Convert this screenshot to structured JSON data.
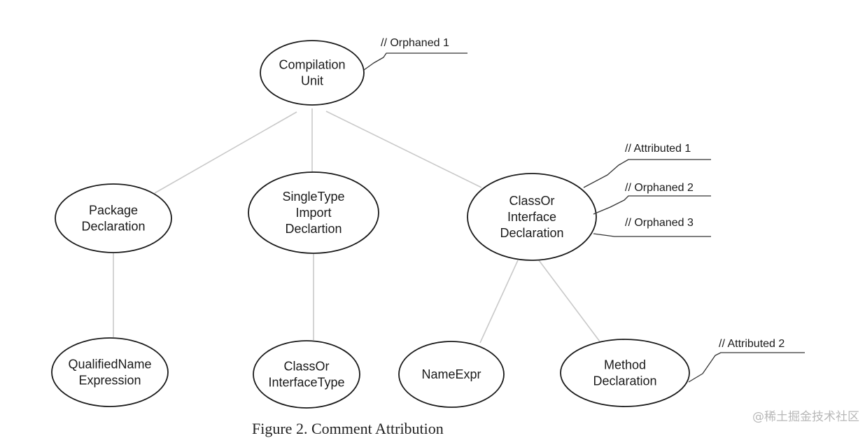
{
  "nodes": [
    {
      "id": "compilation-unit",
      "lines": [
        "Compilation",
        "Unit"
      ]
    },
    {
      "id": "package-declaration",
      "lines": [
        "Package",
        "Declaration"
      ]
    },
    {
      "id": "single-type-import",
      "lines": [
        "SingleType",
        "Import",
        "Declartion"
      ]
    },
    {
      "id": "class-or-interface-declaration",
      "lines": [
        "ClassOr",
        "Interface",
        "Declaration"
      ]
    },
    {
      "id": "qualified-name-expression",
      "lines": [
        "QualifiedName",
        "Expression"
      ]
    },
    {
      "id": "class-or-interface-type",
      "lines": [
        "ClassOr",
        "InterfaceType"
      ]
    },
    {
      "id": "name-expr",
      "lines": [
        "NameExpr"
      ]
    },
    {
      "id": "method-declaration",
      "lines": [
        "Method",
        "Declaration"
      ]
    }
  ],
  "edges": [
    [
      "compilation-unit",
      "package-declaration"
    ],
    [
      "compilation-unit",
      "single-type-import"
    ],
    [
      "compilation-unit",
      "class-or-interface-declaration"
    ],
    [
      "package-declaration",
      "qualified-name-expression"
    ],
    [
      "single-type-import",
      "class-or-interface-type"
    ],
    [
      "class-or-interface-declaration",
      "name-expr"
    ],
    [
      "class-or-interface-declaration",
      "method-declaration"
    ]
  ],
  "comments": [
    {
      "id": "orphaned-1",
      "text": "// Orphaned 1",
      "target": "compilation-unit"
    },
    {
      "id": "attributed-1",
      "text": "// Attributed 1",
      "target": "class-or-interface-declaration"
    },
    {
      "id": "orphaned-2",
      "text": "// Orphaned 2",
      "target": "class-or-interface-declaration"
    },
    {
      "id": "orphaned-3",
      "text": "// Orphaned 3",
      "target": "class-or-interface-declaration"
    },
    {
      "id": "attributed-2",
      "text": "// Attributed 2",
      "target": "method-declaration"
    }
  ],
  "caption": "Figure 2. Comment Attribution",
  "watermark": "@稀土掘金技术社区",
  "colors": {
    "node_stroke": "#1a1a1a",
    "node_fill": "#ffffff",
    "edge": "#c9c9c9",
    "comment_line": "#333333"
  }
}
